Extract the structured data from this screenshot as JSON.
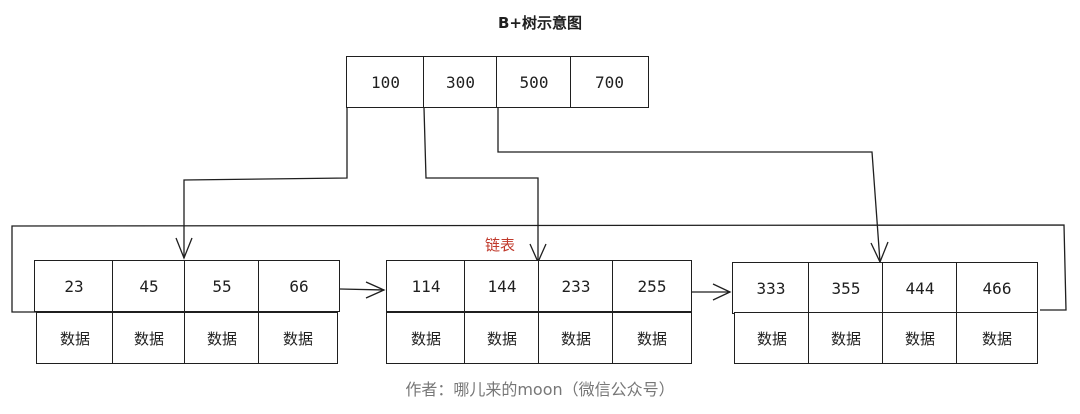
{
  "title": "B+树示意图",
  "linked_list_label": "链表",
  "footer": "作者：哪儿来的moon（微信公众号）",
  "root_keys": [
    "100",
    "300",
    "500",
    "700"
  ],
  "leaves": [
    {
      "keys": [
        "23",
        "45",
        "55",
        "66"
      ],
      "data": [
        "数据",
        "数据",
        "数据",
        "数据"
      ]
    },
    {
      "keys": [
        "114",
        "144",
        "233",
        "255"
      ],
      "data": [
        "数据",
        "数据",
        "数据",
        "数据"
      ]
    },
    {
      "keys": [
        "333",
        "355",
        "444",
        "466"
      ],
      "data": [
        "数据",
        "数据",
        "数据",
        "数据"
      ]
    }
  ]
}
